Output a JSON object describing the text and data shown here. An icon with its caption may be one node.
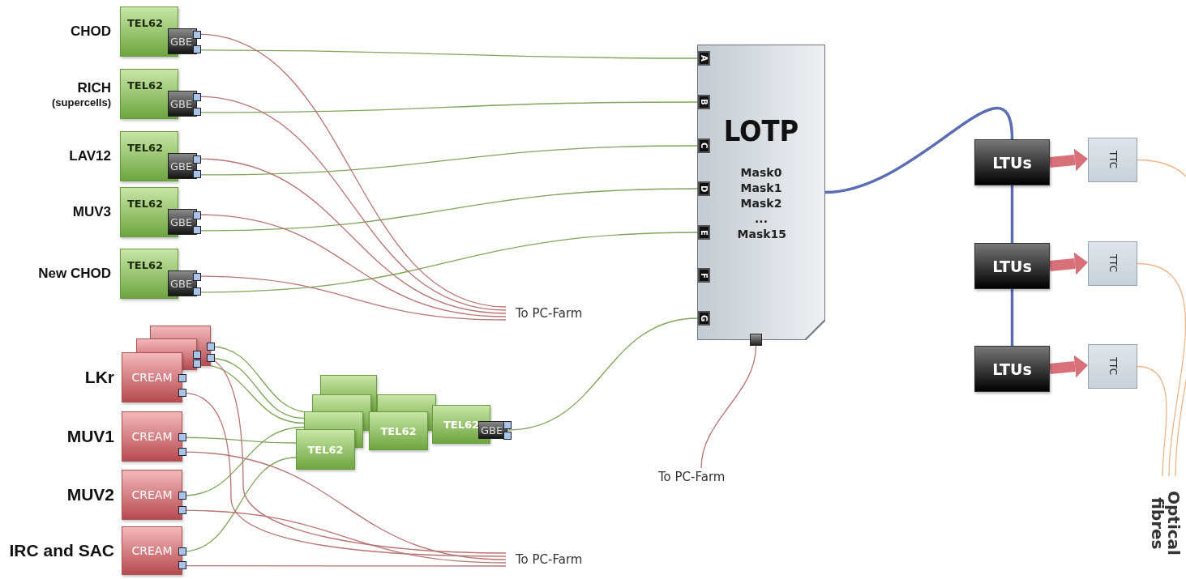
{
  "diagram": {
    "nodes": [
      {
        "text": [
          "LOTP",
          "Mask0 Mask1 Mask2 ... Mask15"
        ]
      },
      {
        "text": [
          "A"
        ],
        "in": 0
      },
      {
        "text": [
          "B"
        ],
        "in": 0
      },
      {
        "text": [
          "C"
        ],
        "in": 0
      },
      {
        "text": [
          "D"
        ],
        "in": 0
      },
      {
        "text": [
          "E"
        ],
        "in": 0
      },
      {
        "text": [
          "F"
        ],
        "in": 0
      },
      {
        "text": [
          "G"
        ],
        "in": 0
      },
      {
        "text": [],
        "shape": "box"
      },
      {
        "text": [
          "TEL62"
        ],
        "beside": [
          "CHOD"
        ]
      },
      {
        "text": [
          "GBE"
        ]
      },
      {
        "text": [
          "TEL62"
        ],
        "beside": [
          "RICH",
          "(supercells)"
        ]
      },
      {
        "text": [
          "GBE"
        ]
      },
      {
        "text": [
          "TEL62"
        ],
        "beside": [
          "LAV12"
        ]
      },
      {
        "text": [
          "GBE"
        ]
      },
      {
        "text": [
          "TEL62"
        ],
        "beside": [
          "MUV3"
        ]
      },
      {
        "text": [
          "GBE"
        ]
      },
      {
        "text": [
          "TEL62"
        ],
        "beside": [
          "New CHOD"
        ]
      },
      {
        "text": [
          "GBE"
        ]
      },
      {
        "text": [
          "To PC-Farm"
        ]
      },
      {
        "text": [],
        "shape": "box"
      },
      {
        "text": [],
        "shape": "box"
      },
      {
        "text": [
          "CREAM"
        ],
        "beside": [
          "LKr"
        ]
      },
      {
        "text": [
          "CREAM"
        ],
        "beside": [
          "MUV1"
        ]
      },
      {
        "text": [
          "CREAM"
        ],
        "beside": [
          "MUV2"
        ]
      },
      {
        "text": [
          "CREAM"
        ],
        "beside": [
          "IRC and SAC"
        ]
      },
      {
        "text": [],
        "shape": "box"
      },
      {
        "text": [],
        "shape": "box"
      },
      {
        "text": [],
        "shape": "box"
      },
      {
        "text": [],
        "shape": "box"
      },
      {
        "text": [
          "TEL62"
        ]
      },
      {
        "text": [
          "TEL62"
        ]
      },
      {
        "text": [
          "GBE"
        ]
      },
      {
        "text": [
          "TEL62"
        ]
      },
      {
        "text": [
          "To PC-Farm"
        ]
      },
      {
        "text": [
          "To PC-Farm"
        ]
      },
      {
        "text": [
          "LTUs"
        ]
      },
      {
        "text": [
          "LTUs"
        ]
      },
      {
        "text": [
          "LTUs"
        ]
      },
      {
        "text": [
          "TTC"
        ]
      },
      {
        "text": [
          "TTC"
        ]
      },
      {
        "text": [
          "TTC"
        ]
      },
      {
        "text": [
          "Optical fibres"
        ]
      }
    ],
    "edges": [
      {
        "from": 10,
        "to": 1,
        "arrow": "none"
      },
      {
        "from": 12,
        "to": 2,
        "arrow": "none"
      },
      {
        "from": 14,
        "to": 3,
        "arrow": "none"
      },
      {
        "from": 16,
        "to": 4,
        "arrow": "none"
      },
      {
        "from": 18,
        "to": 5,
        "arrow": "none"
      },
      {
        "from": 10,
        "to": 19,
        "arrow": "none",
        "color": "#b97474"
      },
      {
        "from": 12,
        "to": 19,
        "arrow": "none",
        "color": "#b97474"
      },
      {
        "from": 14,
        "to": 19,
        "arrow": "none",
        "color": "#b97474"
      },
      {
        "from": 16,
        "to": 19,
        "arrow": "none",
        "color": "#b97474"
      },
      {
        "from": 18,
        "to": 19,
        "arrow": "none",
        "color": "#b97474"
      },
      {
        "from": 20,
        "to": 27,
        "arrow": "none"
      },
      {
        "from": 20,
        "to": 29,
        "arrow": "none"
      },
      {
        "from": 21,
        "to": 29,
        "arrow": "none"
      },
      {
        "from": 23,
        "to": 33,
        "arrow": "none"
      },
      {
        "from": 24,
        "to": 29,
        "arrow": "none"
      },
      {
        "from": 25,
        "to": 33,
        "arrow": "none"
      },
      {
        "from": 32,
        "to": 7,
        "arrow": "none"
      },
      {
        "from": 21,
        "to": 34,
        "arrow": "none",
        "color": "#b97474"
      },
      {
        "from": 22,
        "to": 34,
        "arrow": "none",
        "color": "#b97474"
      },
      {
        "from": 23,
        "to": 34,
        "arrow": "none",
        "color": "#b97474"
      },
      {
        "from": 24,
        "to": 34,
        "arrow": "none",
        "color": "#b97474"
      },
      {
        "from": 25,
        "to": 34,
        "arrow": "none",
        "color": "#b97474"
      },
      {
        "from": 8,
        "to": 35,
        "arrow": "none",
        "color": "#b97474"
      },
      {
        "from": 0,
        "to": 36,
        "arrow": "none",
        "style": "thick",
        "color": "#5a6db3"
      },
      {
        "from": 36,
        "to": 37,
        "arrow": "none",
        "style": "thick",
        "color": "#5a6db3"
      },
      {
        "from": 37,
        "to": 38,
        "arrow": "none",
        "style": "thick",
        "color": "#5a6db3"
      },
      {
        "from": 36,
        "to": 39,
        "arrow": "to",
        "style": "thick",
        "color": "#d8707a"
      },
      {
        "from": 37,
        "to": 40,
        "arrow": "to",
        "style": "thick",
        "color": "#d8707a"
      },
      {
        "from": 38,
        "to": 41,
        "arrow": "to",
        "style": "thick",
        "color": "#d8707a"
      },
      {
        "from": 39,
        "to": 42,
        "arrow": "none",
        "color": "#f0b487"
      },
      {
        "from": 40,
        "to": 42,
        "arrow": "none",
        "color": "#f0b487"
      },
      {
        "from": 41,
        "to": 42,
        "arrow": "none",
        "color": "#f0b487"
      }
    ]
  }
}
